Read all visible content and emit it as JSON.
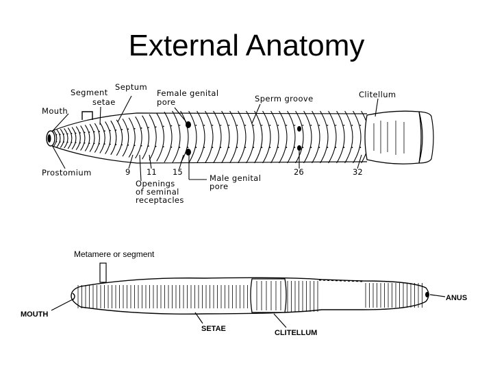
{
  "title": "External Anatomy",
  "top_diagram": {
    "labels": {
      "segment": "Segment",
      "septum": "Septum",
      "setae": "setae",
      "female_pore": "Female genital pore",
      "sperm_groove": "Sperm groove",
      "clitellum": "Clitellum",
      "mouth": "Mouth",
      "prostomium": "Prostomium",
      "openings": "Openings of seminal receptacles",
      "male_pore": "Male genital pore"
    },
    "segment_numbers": [
      "9",
      "11",
      "15",
      "26",
      "32"
    ]
  },
  "bottom_diagram": {
    "caption": "Metamere or segment",
    "labels": {
      "mouth": "MOUTH",
      "setae": "SETAE",
      "clitellum": "CLITELLUM",
      "anus": "ANUS"
    }
  }
}
